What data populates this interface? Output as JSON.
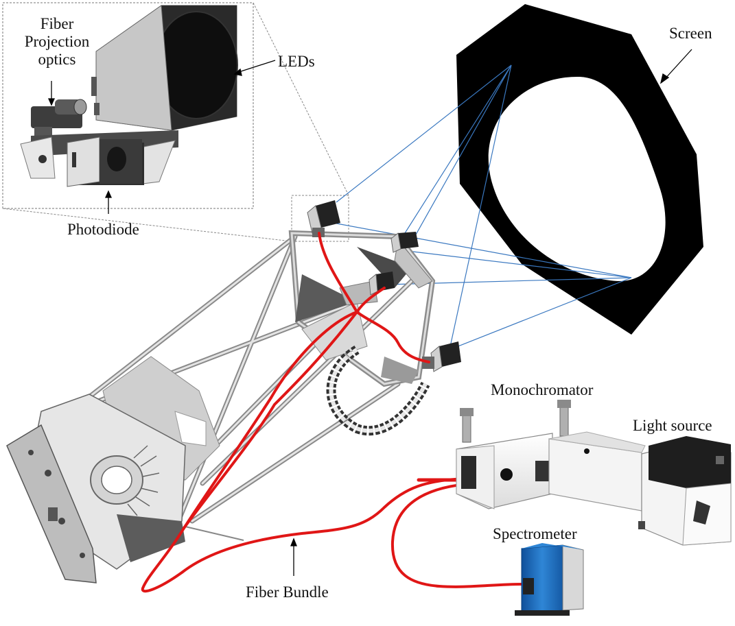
{
  "labels": {
    "fiber_projection_optics": [
      "Fiber",
      "Projection",
      "optics"
    ],
    "leds": "LEDs",
    "photodiode": "Photodiode",
    "screen": "Screen",
    "monochromator": "Monochromator",
    "light_source": "Light source",
    "spectrometer": "Spectrometer",
    "fiber_bundle": "Fiber Bundle"
  },
  "colors": {
    "fiber": "#e01616",
    "beam": "#3a78c0",
    "screen": "#000000",
    "metal_light": "#d9d9d9",
    "metal_mid": "#9a9a9a",
    "metal_dark": "#4a4a4a",
    "spectrometer_blue": "#1e6fc0"
  }
}
